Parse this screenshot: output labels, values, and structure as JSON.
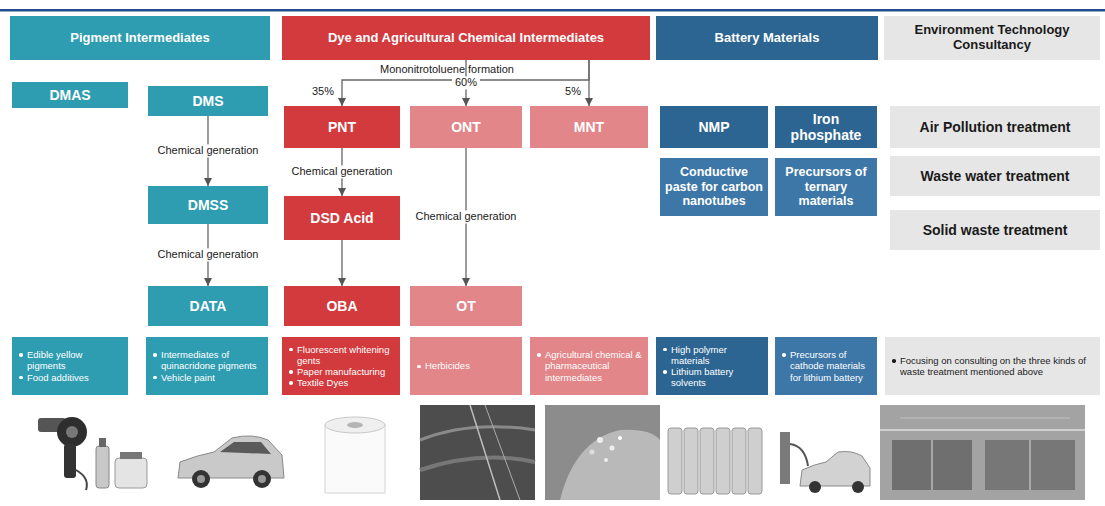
{
  "diagram": {
    "nodes": [
      {
        "text": [
          "Pigment Intermediates"
        ]
      },
      {
        "text": [
          "Dye and Agricultural Chemical Intermediates"
        ]
      },
      {
        "text": [
          "Battery Materials"
        ]
      },
      {
        "text": [
          "Environment Technology Consultancy"
        ]
      },
      {
        "text": [
          "DMAS"
        ]
      },
      {
        "text": [
          "DMS"
        ]
      },
      {
        "text": [
          "PNT"
        ]
      },
      {
        "text": [
          "ONT"
        ]
      },
      {
        "text": [
          "MNT"
        ]
      },
      {
        "text": [
          "NMP"
        ]
      },
      {
        "text": [
          "Iron phosphate"
        ]
      },
      {
        "text": [
          "Air Pollution treatment"
        ]
      },
      {
        "text": [
          "Conductive paste for carbon nanotubes"
        ]
      },
      {
        "text": [
          "Precursors of ternary materials"
        ]
      },
      {
        "text": [
          "DMSS"
        ]
      },
      {
        "text": [
          "DSD Acid"
        ]
      },
      {
        "text": [
          "Waste water treatment"
        ]
      },
      {
        "text": [
          "Solid waste treatment"
        ]
      },
      {
        "text": [
          "DATA"
        ]
      },
      {
        "text": [
          "OBA"
        ]
      },
      {
        "text": [
          "OT"
        ]
      },
      {
        "text": [
          "Edible yellow pigments",
          "Food additives"
        ]
      },
      {
        "text": [
          "Intermediates of quinacridone pigments",
          "Vehicle paint"
        ]
      },
      {
        "text": [
          "Fluorescent whitening gents",
          "Paper manufacturing",
          "Textile Dyes"
        ]
      },
      {
        "text": [
          "Herbicides"
        ]
      },
      {
        "text": [
          "Agricultural chemical & pharmaceutical intermediates"
        ]
      },
      {
        "text": [
          "High polymer materials",
          "Lithium battery solvents"
        ]
      },
      {
        "text": [
          "Precursors of cathode materials for lithium battery"
        ]
      },
      {
        "text": [
          "Focusing on consulting on the three kinds of waste treatment mentioned above"
        ]
      }
    ],
    "edges": [
      {
        "from": 1,
        "to": 6,
        "arrow": "to",
        "label": "35%"
      },
      {
        "from": 1,
        "to": 7,
        "arrow": "to",
        "label": "60%"
      },
      {
        "from": 1,
        "to": 8,
        "arrow": "to",
        "label": "5%"
      },
      {
        "from": 5,
        "to": 14,
        "arrow": "to",
        "label": "Chemical generation"
      },
      {
        "from": 14,
        "to": 18,
        "arrow": "to",
        "label": "Chemical generation"
      },
      {
        "from": 6,
        "to": 15,
        "arrow": "to",
        "label": "Chemical generation"
      },
      {
        "from": 15,
        "to": 19,
        "arrow": "to"
      },
      {
        "from": 7,
        "to": 20,
        "arrow": "to",
        "label": "Chemical generation"
      }
    ],
    "labels": [
      "Mononitrotoluene formation"
    ]
  }
}
